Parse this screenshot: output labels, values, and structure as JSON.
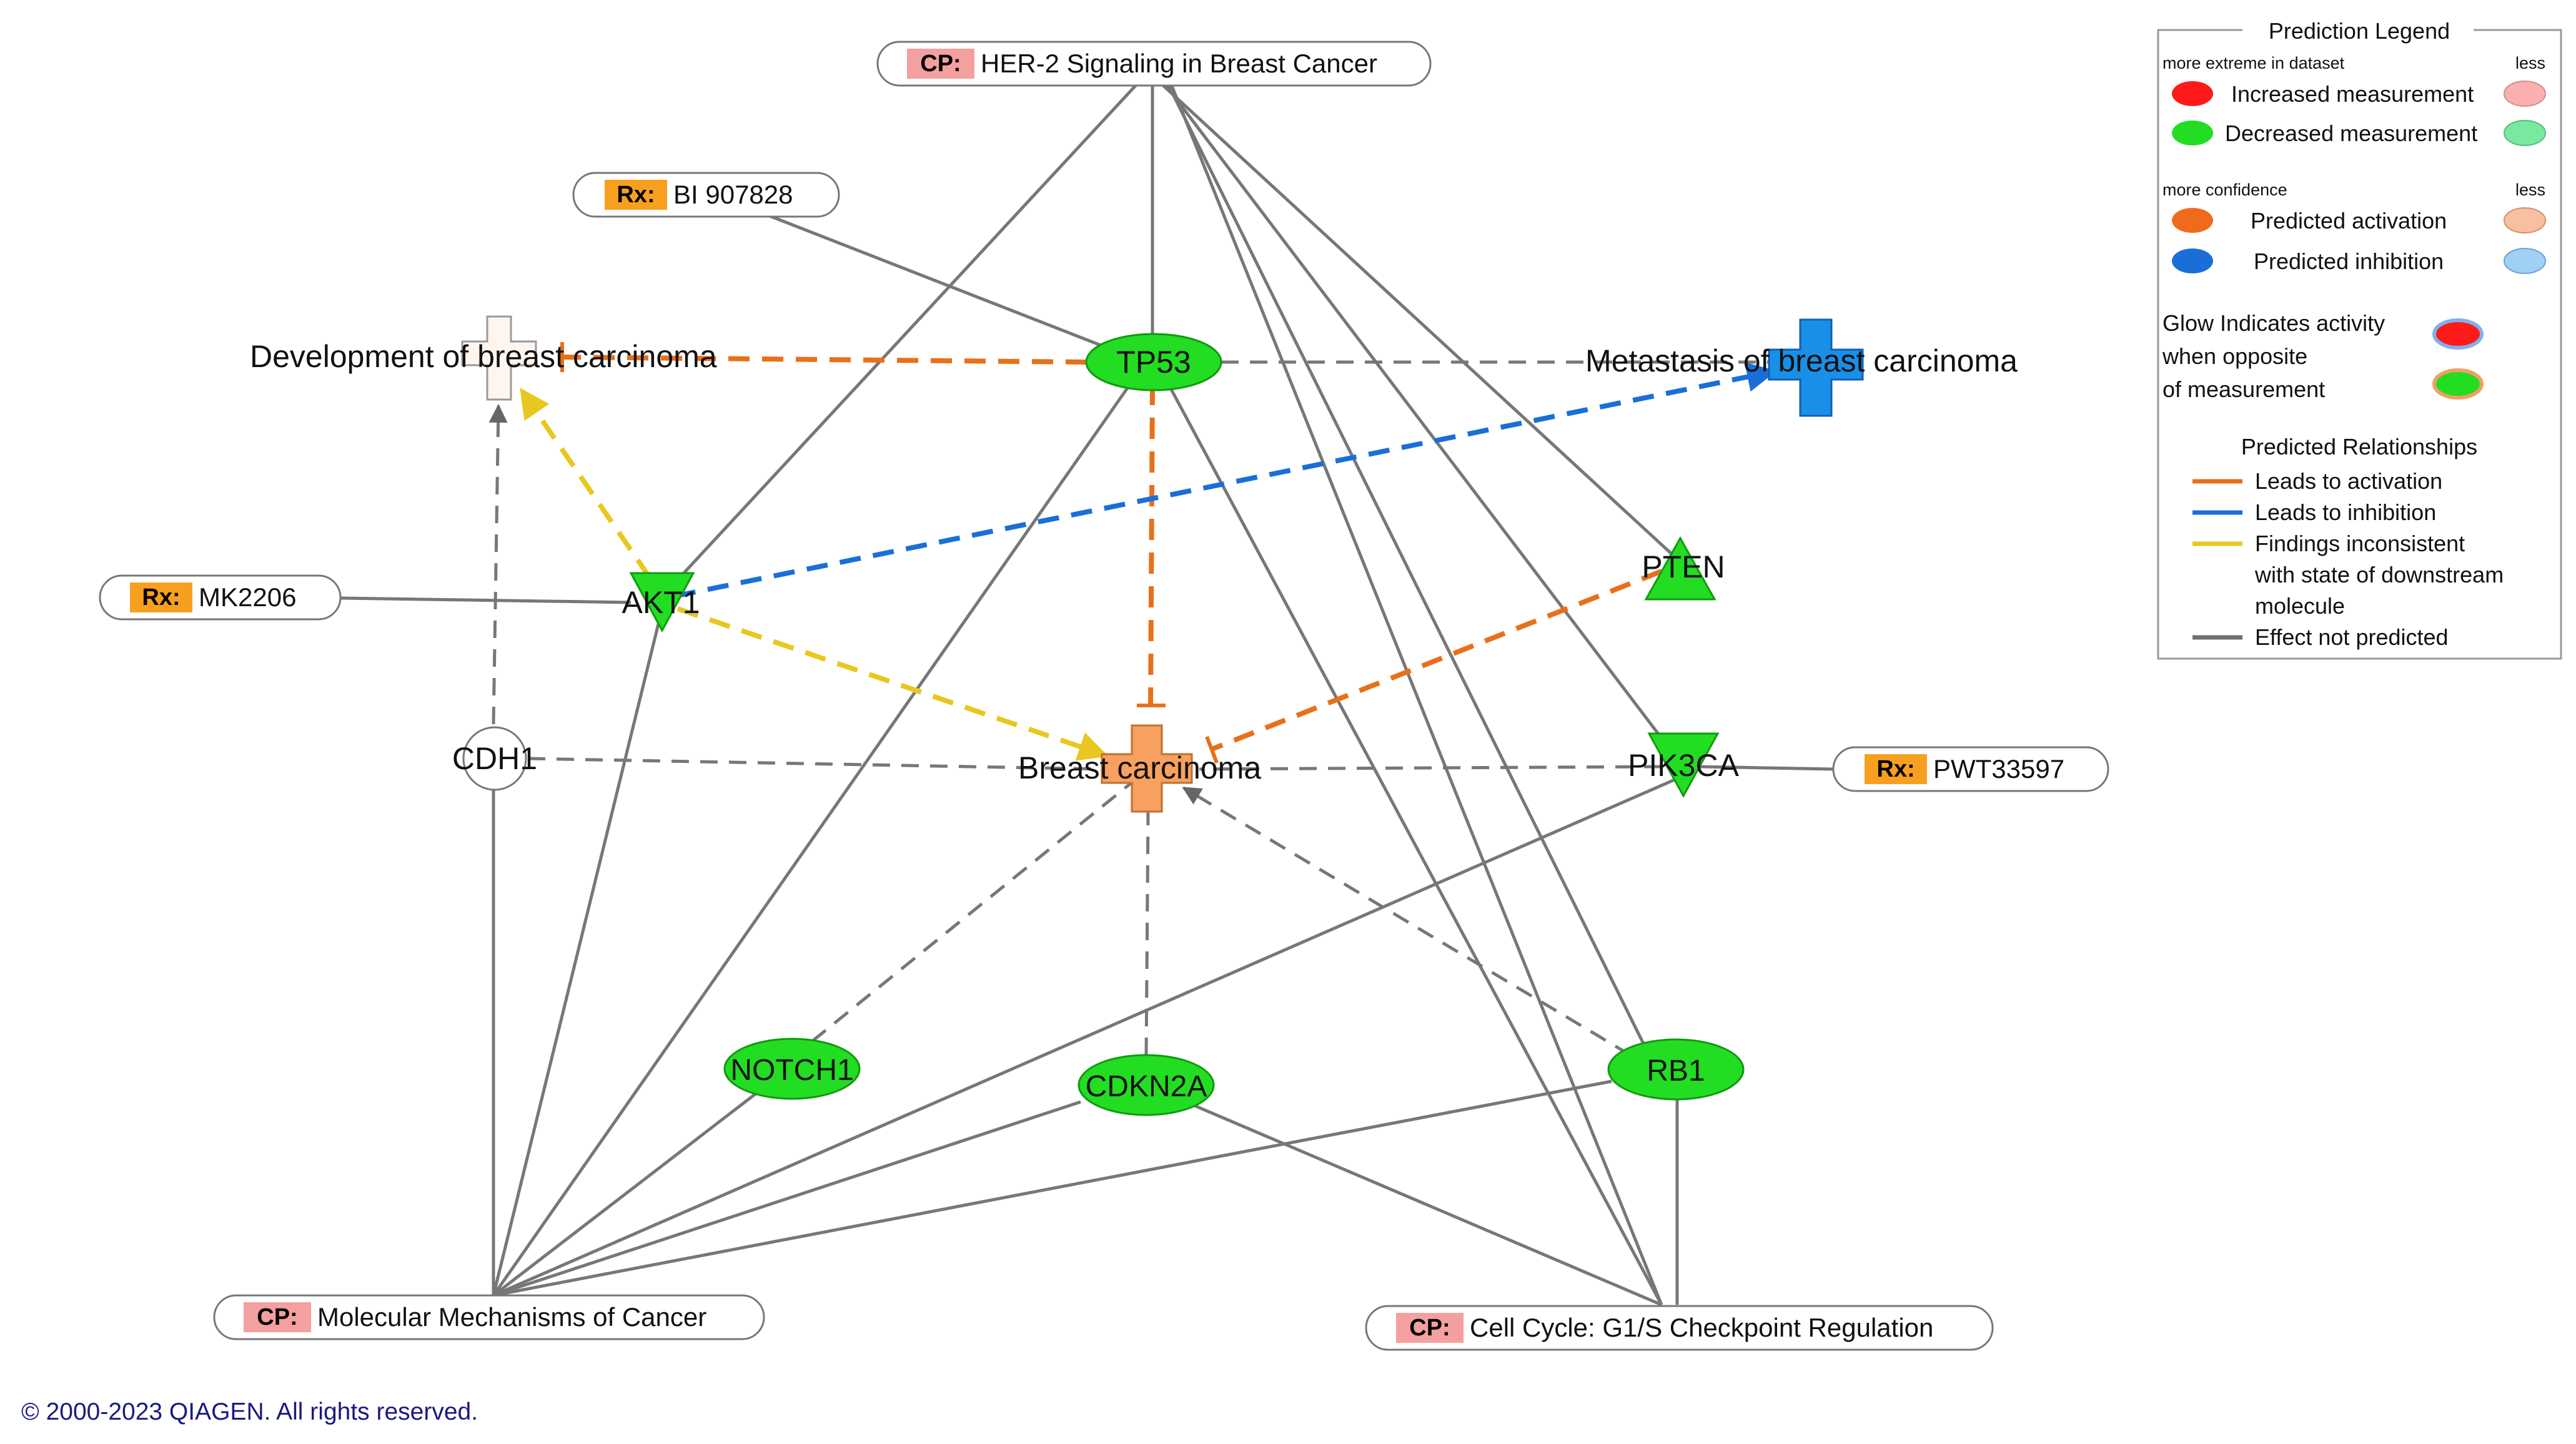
{
  "nodes": {
    "her2": {
      "tag": "CP:",
      "label": "HER-2 Signaling in Breast Cancer"
    },
    "bi907828": {
      "tag": "Rx:",
      "label": "BI 907828"
    },
    "mk2206": {
      "tag": "Rx:",
      "label": "MK2206"
    },
    "pwt33597": {
      "tag": "Rx:",
      "label": "PWT33597"
    },
    "mmc": {
      "tag": "CP:",
      "label": "Molecular Mechanisms of Cancer"
    },
    "cellcycle": {
      "tag": "CP:",
      "label": "Cell Cycle: G1/S Checkpoint Regulation"
    },
    "dev_bc": {
      "label": "Development of breast carcinoma"
    },
    "met_bc": {
      "label": "Metastasis of breast carcinoma"
    },
    "bc": {
      "label": "Breast carcinoma"
    },
    "tp53": {
      "label": "TP53"
    },
    "akt1": {
      "label": "AKT1"
    },
    "pten": {
      "label": "PTEN"
    },
    "pik3ca": {
      "label": "PIK3CA"
    },
    "cdh1": {
      "label": "CDH1"
    },
    "notch1": {
      "label": "NOTCH1"
    },
    "cdkn2a": {
      "label": "CDKN2A"
    },
    "rb1": {
      "label": "RB1"
    }
  },
  "legend": {
    "title": "Prediction Legend",
    "more_extreme": "more extreme in dataset",
    "less1": "less",
    "increased": "Increased measurement",
    "decreased": "Decreased measurement",
    "more_confidence": "more confidence",
    "less2": "less",
    "pred_activation": "Predicted activation",
    "pred_inhibition": "Predicted inhibition",
    "glow_line1": "Glow Indicates activity",
    "glow_line2": "when opposite",
    "glow_line3": "of measurement",
    "relationships_title": "Predicted Relationships",
    "rel_activation": "Leads to activation",
    "rel_inhibition": "Leads to inhibition",
    "rel_inconsistent_1": "Findings inconsistent",
    "rel_inconsistent_2": "with state of downstream",
    "rel_inconsistent_3": "molecule",
    "rel_not_predicted": "Effect not predicted"
  },
  "colors": {
    "cp_tag": "#f4a0a0",
    "rx_tag": "#f7a020",
    "gene_green": "#22dd22",
    "activation": "#e8701a",
    "inhibition": "#1a6ed8",
    "inconsistent": "#e8c820",
    "not_predicted": "#707070"
  },
  "copyright": "© 2000-2023 QIAGEN. All rights reserved."
}
